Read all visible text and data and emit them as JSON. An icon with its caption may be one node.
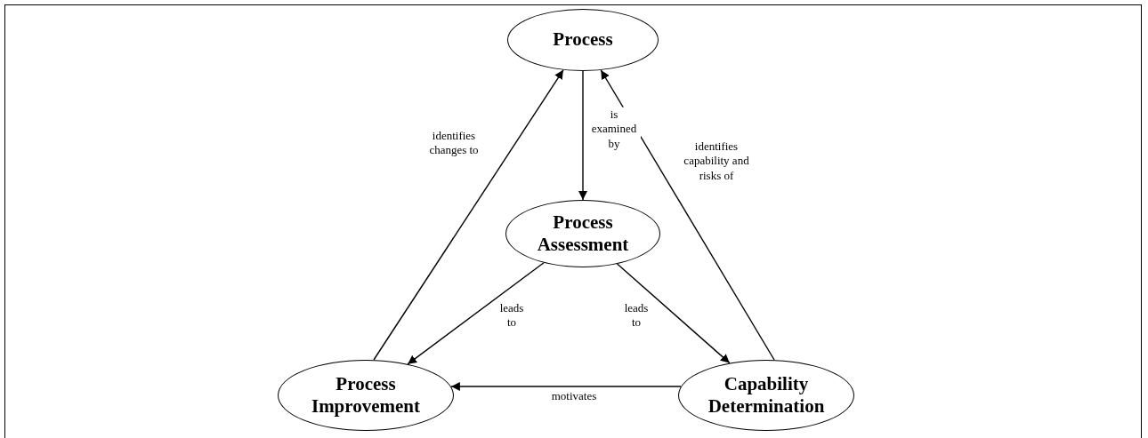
{
  "diagram": {
    "nodes": [
      {
        "text": [
          "Process"
        ]
      },
      {
        "text": [
          "Process Assessment"
        ]
      },
      {
        "text": [
          "Process Improvement"
        ]
      },
      {
        "text": [
          "Capability Determination"
        ]
      }
    ],
    "edges": [
      {
        "from": 0,
        "to": 1,
        "arrow": "to",
        "label": "is examined by"
      },
      {
        "from": 1,
        "to": 2,
        "arrow": "to",
        "label": "leads to"
      },
      {
        "from": 1,
        "to": 3,
        "arrow": "to",
        "label": "leads to"
      },
      {
        "from": 3,
        "to": 2,
        "arrow": "to",
        "label": "motivates"
      },
      {
        "from": 2,
        "to": 0,
        "arrow": "to",
        "label": "identifies changes to"
      },
      {
        "from": 3,
        "to": 0,
        "arrow": "to",
        "label": "identifies capability and risks of"
      }
    ]
  }
}
